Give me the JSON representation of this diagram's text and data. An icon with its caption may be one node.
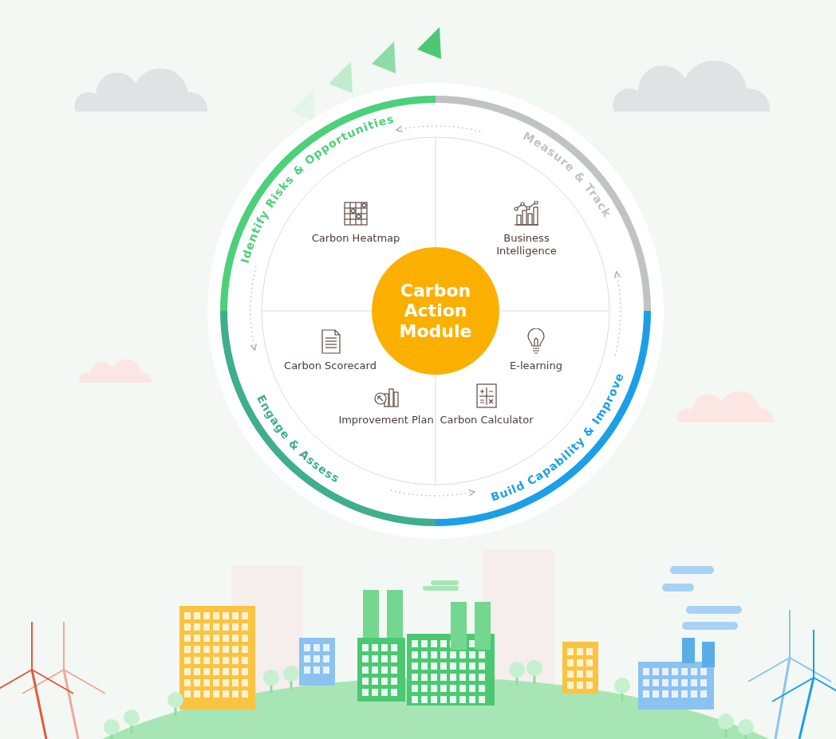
{
  "diagram": {
    "nodes": [
      {
        "text": [
          "Identify Risks & Opportunities"
        ]
      },
      {
        "text": [
          "Measure & Track"
        ]
      },
      {
        "text": [
          "Build Capability & Improve"
        ]
      },
      {
        "text": [
          "Engage & Assess"
        ]
      },
      {
        "text": [
          "Carbon Action Module"
        ]
      }
    ],
    "edges": [
      {
        "from": 1,
        "to": 0,
        "arrow": "to",
        "style": "dashed"
      },
      {
        "from": 0,
        "to": 3,
        "arrow": "to",
        "style": "dashed"
      },
      {
        "from": 3,
        "to": 2,
        "arrow": "to",
        "style": "dashed"
      },
      {
        "from": 2,
        "to": 1,
        "arrow": "to",
        "style": "dashed"
      }
    ],
    "labels": [
      "Carbon Heatmap",
      "Business Intelligence",
      "Carbon Scorecard",
      "E-learning",
      "Improvement Plan",
      "Carbon Calculator"
    ]
  }
}
